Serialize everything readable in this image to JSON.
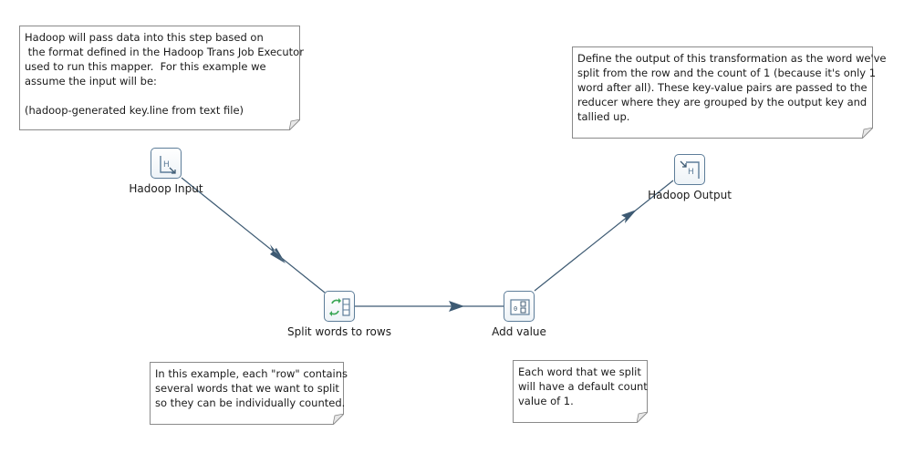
{
  "notes": {
    "input_note": "Hadoop will pass data into this step based on\n the format defined in the Hadoop Trans Job Executor\nused to run this mapper.  For this example we\nassume the input will be:\n\n(hadoop-generated key.line from text file)",
    "output_note": "Define the output of this transformation as the word we've\nsplit from the row and the count of 1 (because it's only 1\nword after all). These key-value pairs are passed to the\nreducer where they are grouped by the output key and\ntallied up.",
    "split_note": "In this example, each \"row\" contains\nseveral words that we want to split\nso they can be individually counted.",
    "add_value_note": "Each word that we split\nwill have a default count\nvalue of 1."
  },
  "steps": {
    "hadoop_input": "Hadoop Input",
    "split_words": "Split words to rows",
    "add_value": "Add value",
    "hadoop_output": "Hadoop Output"
  },
  "icons": {
    "hadoop_input": "hadoop-input-icon",
    "split_words": "split-rows-icon",
    "add_value": "add-value-icon",
    "hadoop_output": "hadoop-output-icon"
  },
  "colors": {
    "hop": "#3d5a73",
    "step_border": "#5d7d99",
    "split_accent": "#3aa655"
  }
}
